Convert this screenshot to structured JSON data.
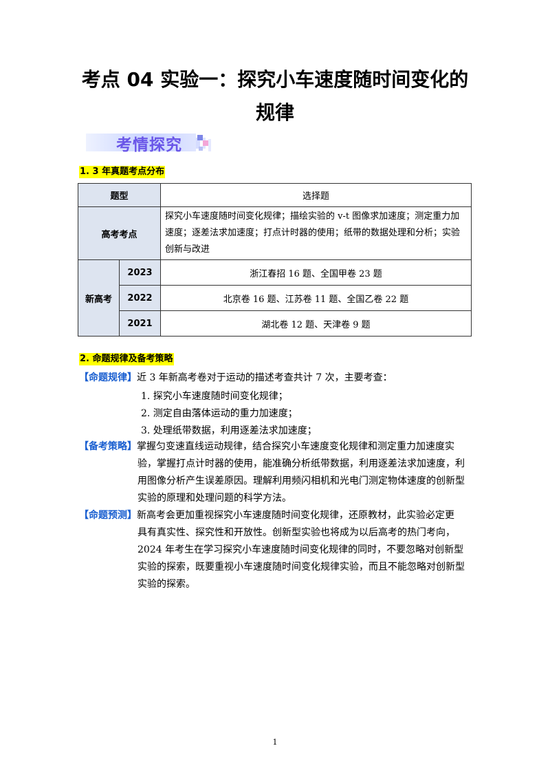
{
  "title": "考点 04  实验一：探究小车速度随时间变化的规律",
  "banner": "考情探究",
  "section1": "1. 3 年真题考点分布",
  "table": {
    "type_label": "题型",
    "type_value": "选择题",
    "points_label": "高考考点",
    "points_value": "探究小车速度随时间变化规律；描绘实验的 v-t 图像求加速度；测定重力加速度；逐差法求加速度；打点计时器的使用；纸带的数据处理和分析；实验创新与改进",
    "group_label": "新高考",
    "rows": [
      {
        "year": "2023",
        "content": "浙江春招 16 题、全国甲卷 23 题"
      },
      {
        "year": "2022",
        "content": "北京卷 16 题、江苏卷 11 题、全国乙卷 22 题"
      },
      {
        "year": "2021",
        "content": "湖北卷 12 题、天津卷 9 题"
      }
    ]
  },
  "section2": "2. 命题规律及备考策略",
  "rule": {
    "tag": "【命题规律】",
    "text": "近 3 年新高考卷对于运动的描述考查共计 7 次，主要考查：",
    "items": [
      "1. 探究小车速度随时间变化规律；",
      "2. 测定自由落体运动的重力加速度；",
      "3. 处理纸带数据，利用逐差法求加速度；"
    ]
  },
  "strategy": {
    "tag": "【备考策略】",
    "lines": [
      "掌握匀变速直线运动规律，结合探究小车速度变化规律和测定重力加速度实",
      "验，掌握打点计时器的使用，能准确分析纸带数据，利用逐差法求加速度，利",
      "用图像分析产生误差原因。理解利用频闪相机和光电门测定物体速度的创新型",
      "实验的原理和处理问题的科学方法。"
    ]
  },
  "forecast": {
    "tag": "【命题预测】",
    "lines": [
      "新高考会更加重视探究小车速度随时间变化规律，还原教材，此实验必定更",
      "具有真实性、探究性和开放性。创新型实验也将成为以后高考的热门考向，",
      "2024 年考生在学习探究小车速度随时间变化规律的同时，不要忽略对创新型",
      "实验的探索，既要重视小车速度随时间变化规律实验，而且不能忽略对创新型",
      "实验的探索。"
    ]
  },
  "page_number": "1"
}
